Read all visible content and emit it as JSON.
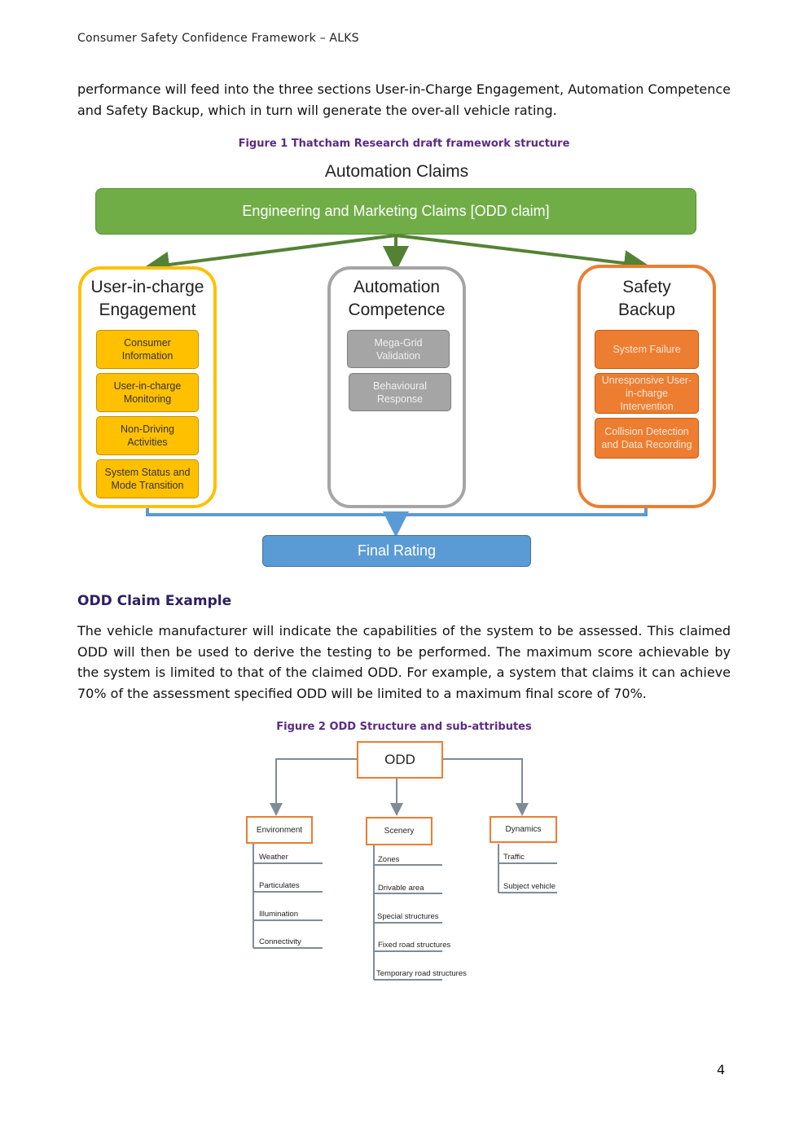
{
  "header": "Consumer Safety Confidence Framework – ALKS",
  "intro_paragraph": "performance will feed into the three sections User-in-Charge Engagement, Automation Competence and Safety Backup, which in turn will generate the over-all vehicle rating.",
  "figure1": {
    "caption": "Figure 1 Thatcham Research draft framework structure",
    "title": "Automation Claims",
    "top_bar": "Engineering and Marketing Claims [ODD claim]",
    "columns": [
      {
        "title_line1": "User-in-charge",
        "title_line2": "Engagement",
        "items": [
          "Consumer Information",
          "User-in-charge Monitoring",
          "Non-Driving Activities",
          "System Status and Mode Transition"
        ],
        "color": "#ffc000"
      },
      {
        "title_line1": "Automation",
        "title_line2": "Competence",
        "items": [
          "Mega-Grid Validation",
          "Behavioural Response"
        ],
        "color": "#a5a5a5"
      },
      {
        "title_line1": "Safety",
        "title_line2": "Backup",
        "items": [
          "System Failure",
          "Unresponsive User-in-charge Intervention",
          "Collision Detection and Data Recording"
        ],
        "color": "#ed7d31"
      }
    ],
    "final": "Final Rating",
    "colors": {
      "green": "#70ad47",
      "arrow": "#548235",
      "blue": "#5b9bd5"
    }
  },
  "section_heading": "ODD Claim Example",
  "section_paragraph": "The vehicle manufacturer will indicate the capabilities of the system to be assessed. This claimed ODD will then be used to derive the testing to be performed. The maximum score achievable by the system is limited to that of the claimed ODD. For example, a system that claims it can achieve 70% of the assessment specified ODD will be limited to a maximum final score of 70%.",
  "figure2": {
    "caption": "Figure 2 ODD Structure and sub-attributes",
    "root": "ODD",
    "categories": [
      {
        "name": "Environment",
        "items": [
          "Weather",
          "Particulates",
          "Illumination",
          "Connectivity"
        ]
      },
      {
        "name": "Scenery",
        "items": [
          "Zones",
          "Drivable area",
          "Special structures",
          "Fixed road structures",
          "Temporary road structures"
        ]
      },
      {
        "name": "Dynamics",
        "items": [
          "Traffic",
          "Subject vehicle"
        ]
      }
    ]
  },
  "page_number": "4"
}
